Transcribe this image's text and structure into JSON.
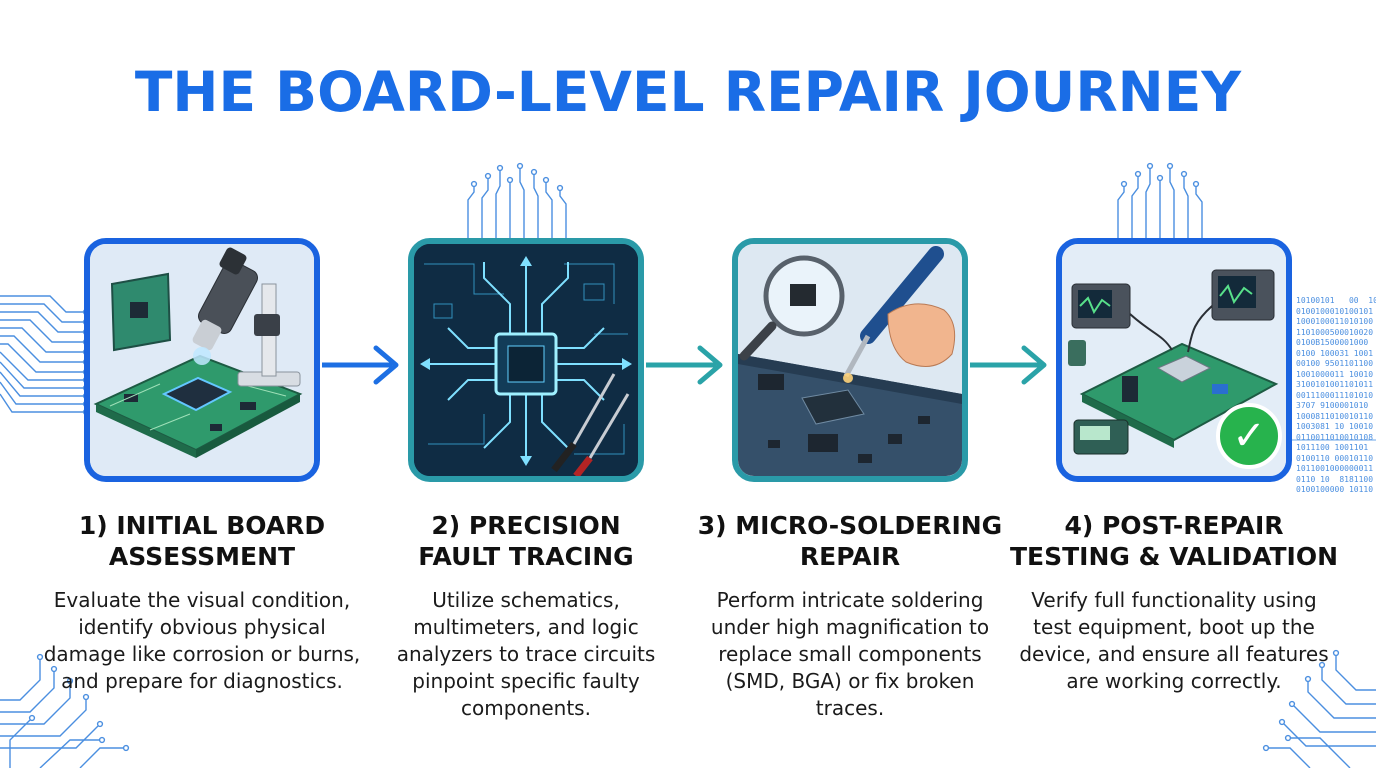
{
  "header": {
    "title": "THE BOARD-LEVEL REPAIR JOURNEY"
  },
  "colors": {
    "title_blue": "#1a6de6",
    "blue_frame": "#1a63e0",
    "teal_frame": "#2a9aa8",
    "arrow_blue": "#1d6fe3",
    "arrow_teal": "#2aa3a8",
    "check_green": "#27b34d"
  },
  "steps": [
    {
      "title_line1": "1) INITIAL BOARD",
      "title_line2": "ASSESSMENT",
      "description": "Evaluate the visual condition, identify obvious physical damage like corrosion or burns, and prepare for diagnostics.",
      "icon": "microscope-board-icon"
    },
    {
      "title_line1": "2) PRECISION",
      "title_line2": "FAULT TRACING",
      "description": "Utilize schematics, multimeters, and logic analyzers to trace circuits pinpoint specific faulty components.",
      "icon": "circuit-trace-icon"
    },
    {
      "title_line1": "3) MICRO-SOLDERING",
      "title_line2": "REPAIR",
      "description": "Perform intricate soldering under high magnification to replace small components (SMD, BGA) or fix broken traces.",
      "icon": "soldering-iron-icon"
    },
    {
      "title_line1": "4) POST-REPAIR",
      "title_line2": "TESTING & VALIDATION",
      "description": "Verify full functionality using test equipment, boot up the device, and ensure all features are working correctly.",
      "icon": "test-equipment-icon"
    }
  ],
  "binary_decor": "10100101   00  10\n0100100010100101\n1000100011010100\n1101000500010020\n0100B1500001000\n0100 100031 1001\n00100 9501101100\n1001000011 10010\n3100101001101011\n0011100011101010\n3707 9100001010\n1000811010010110\n1003081 10 10010\n0110011010010108\n1011100 1001101\n0100110 00010110\n1011001000000011\n0110 10  8181100\n0100100000 10110"
}
